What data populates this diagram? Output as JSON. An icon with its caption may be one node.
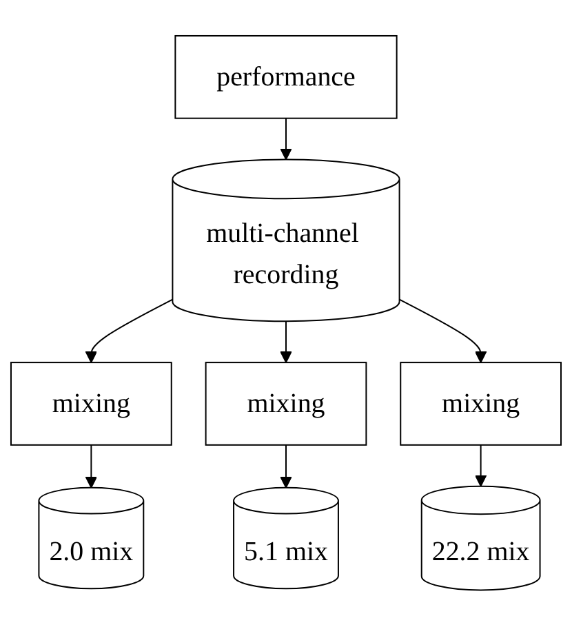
{
  "diagram": {
    "nodes": [
      {
        "text": [
          "performance"
        ]
      },
      {
        "text": [
          "multi-channel recording"
        ]
      },
      {
        "text": [
          "mixing"
        ]
      },
      {
        "text": [
          "mixing"
        ]
      },
      {
        "text": [
          "mixing"
        ]
      },
      {
        "text": [
          "2.0 mix"
        ]
      },
      {
        "text": [
          "5.1 mix"
        ]
      },
      {
        "text": [
          "22.2 mix"
        ]
      }
    ],
    "edges": [
      {
        "from": 0,
        "to": 1,
        "arrow": "to"
      },
      {
        "from": 1,
        "to": 2,
        "arrow": "to"
      },
      {
        "from": 1,
        "to": 3,
        "arrow": "to"
      },
      {
        "from": 1,
        "to": 4,
        "arrow": "to"
      },
      {
        "from": 2,
        "to": 5,
        "arrow": "to"
      },
      {
        "from": 3,
        "to": 6,
        "arrow": "to"
      },
      {
        "from": 4,
        "to": 7,
        "arrow": "to"
      }
    ]
  }
}
